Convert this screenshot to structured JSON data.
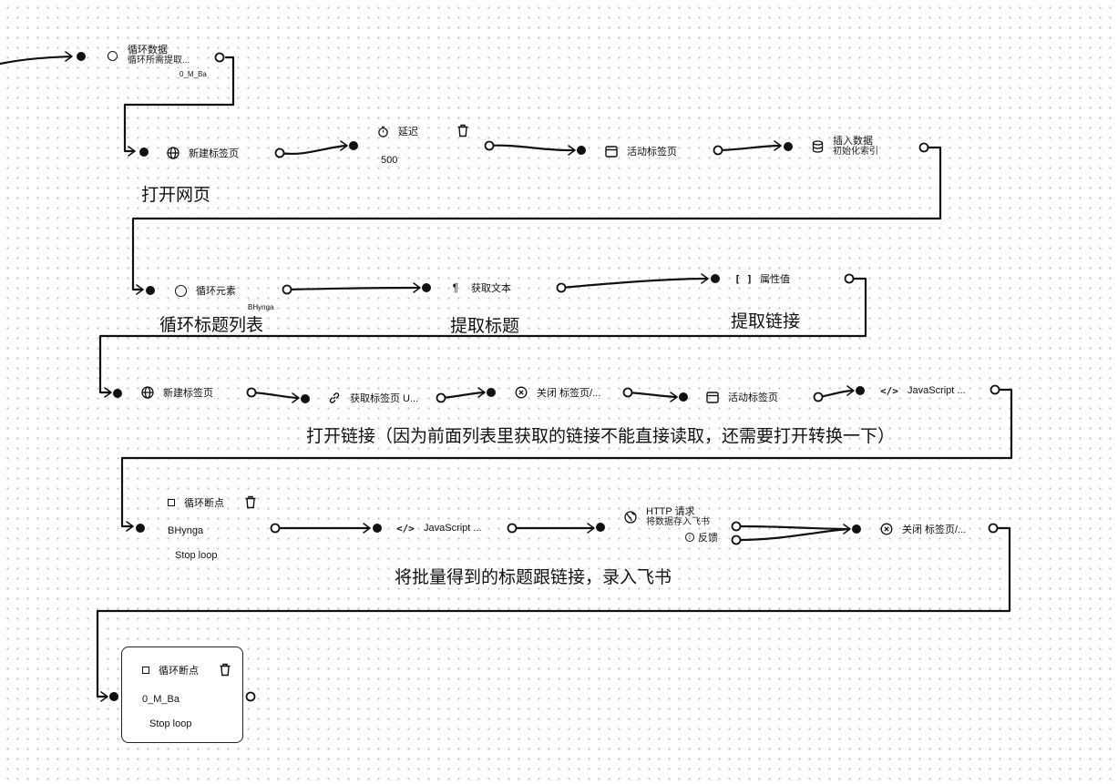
{
  "nodes": {
    "loop_data": {
      "title": "循环数据",
      "subtitle": "循环所需提取...",
      "tag": "0_M_Ba",
      "icon": "circle-icon"
    },
    "new_tab_1": {
      "label": "新建标签页",
      "icon": "globe-icon"
    },
    "delay": {
      "label": "延迟",
      "value": "500",
      "icon": "timer-icon"
    },
    "active_tab_1": {
      "label": "活动标签页",
      "icon": "browser-window-icon"
    },
    "insert_data": {
      "title": "插入数据",
      "subtitle": "初始化索引",
      "icon": "database-icon"
    },
    "loop_elements": {
      "label": "循环元素",
      "tag": "BHynga",
      "icon": "circle-icon"
    },
    "get_text": {
      "label": "获取文本",
      "icon": "paragraph-icon"
    },
    "attribute_value": {
      "label": "属性值",
      "icon": "brackets-icon"
    },
    "new_tab_2": {
      "label": "新建标签页",
      "icon": "globe-icon"
    },
    "get_tab_url": {
      "label": "获取标签页 U...",
      "icon": "link-icon"
    },
    "close_tab_1": {
      "label": "关闭 标签页/...",
      "icon": "close-circle-icon"
    },
    "active_tab_2": {
      "label": "活动标签页",
      "icon": "browser-window-icon"
    },
    "javascript_1": {
      "label": "JavaScript ...",
      "icon": "code-icon"
    },
    "loop_breakpoint_1": {
      "label": "循环断点",
      "loop_id": "BHynga",
      "status": "Stop loop",
      "icon": "square-icon"
    },
    "javascript_2": {
      "label": "JavaScript ...",
      "icon": "code-icon"
    },
    "http_request": {
      "title": "HTTP 请求",
      "subtitle": "将数据存入飞书",
      "fallback": "反馈",
      "icon": "globe-icon"
    },
    "close_tab_2": {
      "label": "关闭 标签页/...",
      "icon": "close-circle-icon"
    },
    "loop_breakpoint_2": {
      "label": "循环断点",
      "loop_id": "0_M_Ba",
      "status": "Stop loop",
      "icon": "square-icon"
    }
  },
  "annotations": {
    "open_page": "打开网页",
    "loop_title_list": "循环标题列表",
    "extract_title": "提取标题",
    "extract_link": "提取链接",
    "open_link_note": "打开链接（因为前面列表里获取的链接不能直接读取，还需要打开转换一下）",
    "record_note": "将批量得到的标题跟链接，录入飞书"
  },
  "colors": {
    "wire": "#111111",
    "background": "#ffffff",
    "grid_dot": "#bdbdbd"
  }
}
